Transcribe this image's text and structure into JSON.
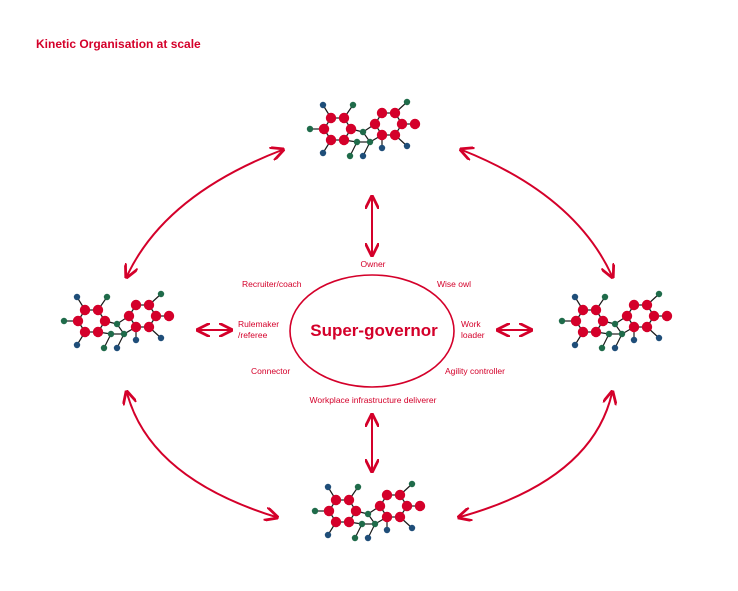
{
  "title": "Kinetic Organisation at scale",
  "center": "Super-governor",
  "roles": {
    "owner": "Owner",
    "recruiter": "Recruiter/coach",
    "wise_owl": "Wise owl",
    "rulemaker_1": "Rulemaker",
    "rulemaker_2": "/referee",
    "work_1": "Work",
    "work_2": "loader",
    "connector": "Connector",
    "agility": "Agility controller",
    "workplace": "Workplace infrastructure deliverer"
  },
  "colors": {
    "accent": "#d4002a",
    "node_red": "#d4002a",
    "node_blue": "#1f4e79",
    "node_green": "#1f6b4a",
    "bond": "#1a1a1a"
  },
  "clusters": [
    "top",
    "left",
    "right",
    "bottom"
  ],
  "icons": [
    "molecule-cluster-icon",
    "double-arrow-icon"
  ]
}
